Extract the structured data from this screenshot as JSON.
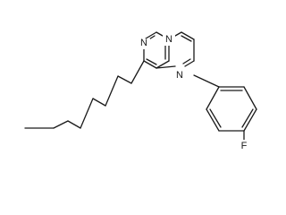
{
  "molecule": {
    "atoms": {
      "n1": "N",
      "n3": "N",
      "n5": "N",
      "f": "F"
    }
  }
}
